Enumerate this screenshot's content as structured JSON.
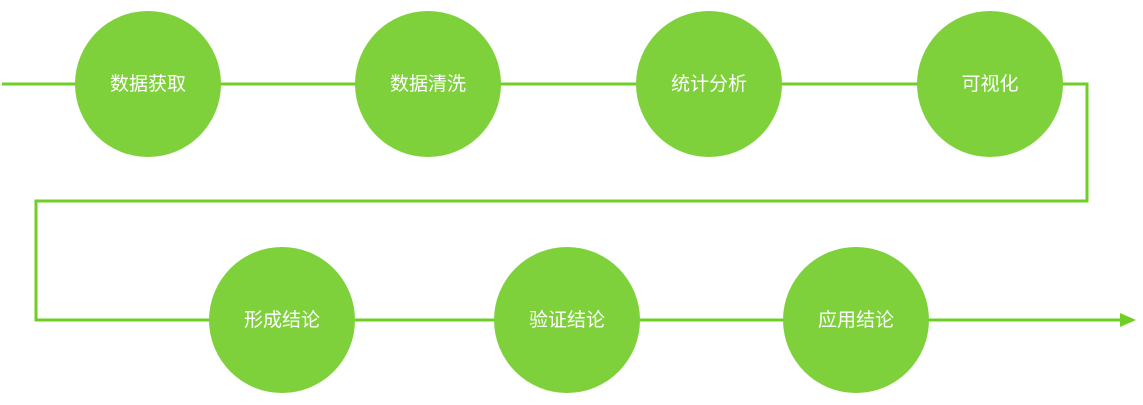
{
  "diagram": {
    "colors": {
      "node": "#7ed13b",
      "line": "#6fcf24",
      "text": "#ffffff",
      "background": "#ffffff"
    },
    "row1": [
      {
        "label": "数据获取"
      },
      {
        "label": "数据清洗"
      },
      {
        "label": "统计分析"
      },
      {
        "label": "可视化"
      }
    ],
    "row2": [
      {
        "label": "形成结论"
      },
      {
        "label": "验证结论"
      },
      {
        "label": "应用结论"
      }
    ]
  }
}
